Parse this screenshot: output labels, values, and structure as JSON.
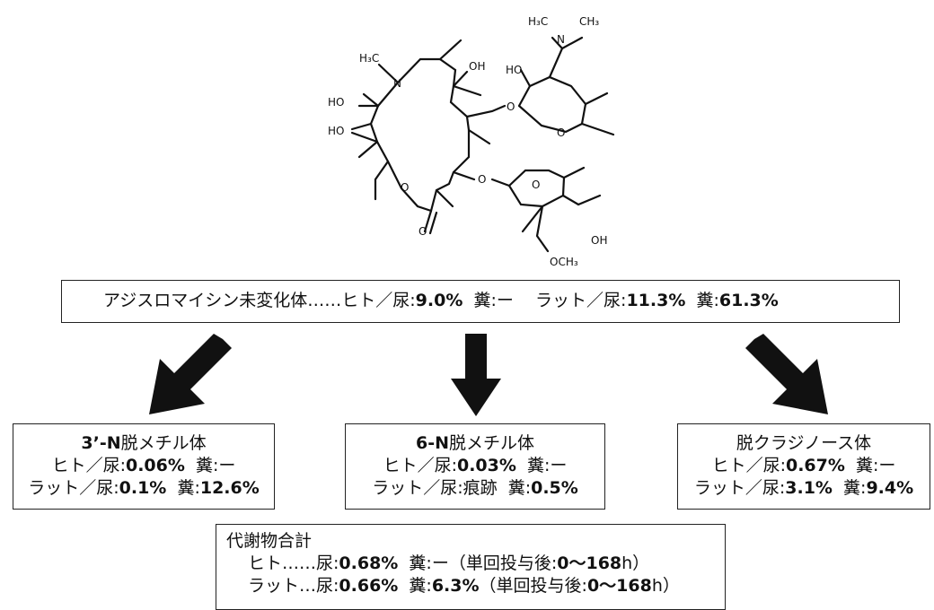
{
  "molecule_labels": {
    "n_methyl_top": "H₃C",
    "nme2_left": "H₃C",
    "nme2_right": "CH₃",
    "n": "N",
    "oh_top": "OH",
    "ho_desosamine": "HO",
    "ho_1": "HO",
    "ho_2": "HO",
    "o_glyco_1": "O",
    "o_ring_1": "O",
    "o_glyco_2": "O",
    "o_ring_2": "O",
    "o_lactone": "O",
    "o_carbonyl": "O",
    "oh_cladinose": "OH",
    "och3": "OCH₃",
    "ring_n": "N"
  },
  "parent": {
    "name": "アジスロマイシン未変化体",
    "dots": "……",
    "human_urine_label": "ヒト／尿:",
    "human_urine_value": "9.0%",
    "human_feces_label": "糞:",
    "human_feces_value": "ー",
    "rat_urine_label": "ラット／尿:",
    "rat_urine_value": "11.3%",
    "rat_feces_label": "糞:",
    "rat_feces_value": "61.3%"
  },
  "metabolites": [
    {
      "title_bold": "3’-N",
      "title_rest": "脱メチル体",
      "human_urine_label": "ヒト／尿:",
      "human_urine_value": "0.06%",
      "human_feces_label": "糞:",
      "human_feces_value": "ー",
      "rat_urine_label": "ラット／尿:",
      "rat_urine_value": "0.1%",
      "rat_feces_label": "糞:",
      "rat_feces_value": "12.6%"
    },
    {
      "title_bold": "6-N",
      "title_rest": "脱メチル体",
      "human_urine_label": "ヒト／尿:",
      "human_urine_value": "0.03%",
      "human_feces_label": "糞:",
      "human_feces_value": "ー",
      "rat_urine_label": "ラット／尿:",
      "rat_urine_value": "痕跡",
      "rat_feces_label": "糞:",
      "rat_feces_value": "0.5%"
    },
    {
      "title_bold": "",
      "title_rest": "脱クラジノース体",
      "human_urine_label": "ヒト／尿:",
      "human_urine_value": "0.67%",
      "human_feces_label": "糞:",
      "human_feces_value": "ー",
      "rat_urine_label": "ラット／尿:",
      "rat_urine_value": "3.1%",
      "rat_feces_label": "糞:",
      "rat_feces_value": "9.4%"
    }
  ],
  "total": {
    "title": "代謝物合計",
    "human_label": "ヒト……尿:",
    "human_urine_value": "0.68%",
    "human_feces_label": "糞:",
    "human_feces_value": "ー",
    "human_note_pre": "（単回投与後:",
    "human_note_range": "0〜168",
    "human_note_post": "h）",
    "rat_label": "ラット…尿:",
    "rat_urine_value": "0.66%",
    "rat_feces_label": "糞:",
    "rat_feces_value": "6.3%",
    "rat_note_pre": "（単回投与後:",
    "rat_note_range": "0〜168",
    "rat_note_post": "h）"
  },
  "colors": {
    "ink": "#111111",
    "border": "#222222",
    "arrow": "#111111",
    "background": "#ffffff"
  }
}
